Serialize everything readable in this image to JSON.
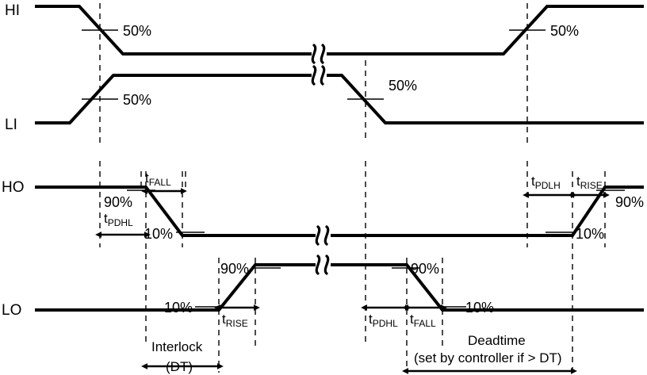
{
  "diagram": {
    "title": "Gate driver propagation delay, rise/fall, interlock and deadtime timing diagram",
    "signals": [
      {
        "id": "HI",
        "name": "HI"
      },
      {
        "id": "LI",
        "name": "LI"
      },
      {
        "id": "HO",
        "name": "HO"
      },
      {
        "id": "LO",
        "name": "LO"
      }
    ],
    "threshold_labels": {
      "fifty": "50%",
      "ninety": "90%",
      "ten": "10%"
    },
    "markers": {
      "hi_fall_50": "50%",
      "li_rise_50": "50%",
      "li_fall_50": "50%",
      "hi_rise_50": "50%",
      "ho_fall_90": "90%",
      "ho_fall_10": "10%",
      "ho_rise_10": "10%",
      "ho_rise_90": "90%",
      "lo_rise_10": "10%",
      "lo_rise_90": "90%",
      "lo_fall_90": "90%",
      "lo_fall_10": "10%"
    },
    "timings": [
      {
        "id": "ho-tfall",
        "base": "t",
        "sub": "FALL",
        "signal": "HO"
      },
      {
        "id": "ho-tpdhl",
        "base": "t",
        "sub": "PDHL",
        "signal": "HO"
      },
      {
        "id": "ho-tpdlh",
        "base": "t",
        "sub": "PDLH",
        "signal": "HO"
      },
      {
        "id": "ho-trise",
        "base": "t",
        "sub": "RISE",
        "signal": "HO"
      },
      {
        "id": "lo-trise",
        "base": "t",
        "sub": "RISE",
        "signal": "LO"
      },
      {
        "id": "lo-tpdhl",
        "base": "t",
        "sub": "PDHL",
        "signal": "LO"
      },
      {
        "id": "lo-tfall",
        "base": "t",
        "sub": "FALL",
        "signal": "LO"
      }
    ],
    "annotations": {
      "interlock_line1": "Interlock",
      "interlock_line2": "(DT)",
      "deadtime_line1": "Deadtime",
      "deadtime_line2": "(set by controller if > DT)"
    },
    "colors": {
      "stroke": "#000000",
      "background": "#ffffff"
    }
  }
}
